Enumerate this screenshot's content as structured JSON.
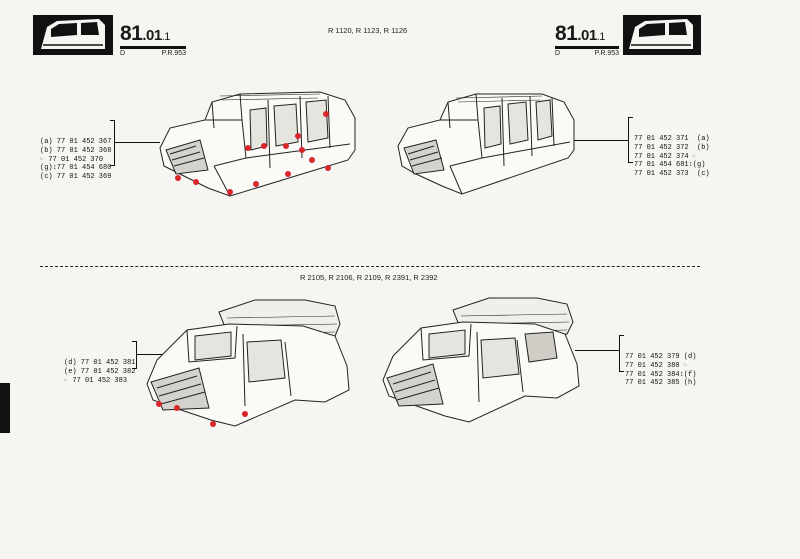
{
  "header": {
    "left": {
      "ref_main": "81",
      "ref_sub": ".01",
      "ref_tail": ".1",
      "code": "D",
      "pr": "P.R.953"
    },
    "right": {
      "ref_main": "81",
      "ref_sub": ".01",
      "ref_tail": ".1",
      "code": "D",
      "pr": "P.R.953"
    },
    "models_top": "R 1120, R 1123, R 1126"
  },
  "divider": {
    "models_bottom": "R 2105, R 2106, R 2109, R 2391, R 2392"
  },
  "parts": {
    "top_left": [
      "(a) 77 01 452 367",
      "(b) 77 01 452 368",
      "☞ 77 01 452 370",
      "(g)↕77 01 454 680",
      "(c) 77 01 452 369"
    ],
    "top_right": [
      "77 01 452 371  (a)",
      "77 01 452 372  (b)",
      "77 01 452 374 ☞",
      "77 01 454 681↕(g)",
      "77 01 452 373  (c)"
    ],
    "bottom_left": [
      "(d) 77 01 452 381",
      "(e) 77 01 452 382",
      "☞ 77 01 452 383"
    ],
    "bottom_right": [
      "77 01 452 379 (d)",
      "77 01 452 380 ☞",
      "77 01 452 384↕(f)",
      "77 01 452 385 (h)"
    ]
  },
  "colors": {
    "paper": "#f6f5f1",
    "ink": "#111111",
    "marker": "#d8262b"
  }
}
